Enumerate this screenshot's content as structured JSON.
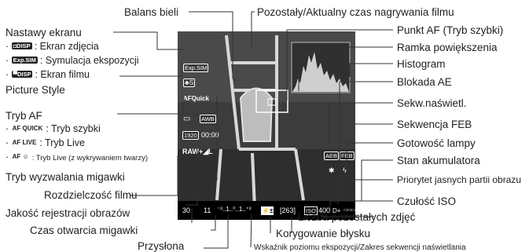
{
  "labels": {
    "balans_bieli": "Balans bieli",
    "czas_nagrywania": "Pozostały/Aktualny czas nagrywania filmu",
    "nastawy_ekranu": "Nastawy ekranu",
    "ekran_zdjecia": ": Ekran zdjęcia",
    "symulacja_ekspozycji": ": Symulacja ekspozycji",
    "ekran_filmu": ": Ekran filmu",
    "picture_style": "Picture Style",
    "tryb_af": "Tryb AF",
    "tryb_szybki": ": Tryb szybki",
    "tryb_live": ": Tryb Live",
    "tryb_live_twarz": ": Tryb Live (z wykrywaniem twarzy)",
    "tryb_wyzwalania": "Tryb wyzwalania migawki",
    "rozdzielczosc_filmu": "Rozdzielczość filmu",
    "jakosc_rejestracji": "Jakość rejestracji obrazów",
    "czas_otwarcia": "Czas otwarcia migawki",
    "przyslona": "Przysłona",
    "punkt_af": "Punkt AF (Tryb szybki)",
    "ramka_powiekszenia": "Ramka powiększenia",
    "histogram": "Histogram",
    "blokada_ae": "Blokada AE",
    "sekw_naswietl": "Sekw.naświetl.",
    "sekwencja_feb": "Sekwencja FEB",
    "gotowosc_lampy": "Gotowość lampy",
    "stan_akumulatora": "Stan akumulatora",
    "priorytet": "Priorytet jasnych partii obrazu",
    "czulosc_iso": "Czułość ISO",
    "liczba_zdjec": "Liczba pozostałych zdjęć",
    "korygowanie_blysku": "Korygowanie błysku",
    "wskaznik_ekspozycji": "Wskaźnik poziomu ekspozycji/Zakres sekwencji naświetlania"
  },
  "icons": {
    "ekran_zdjecia": "◘DISP",
    "symulacja": "Exp.SIM",
    "ekran_filmu": "▀DISP",
    "af_quick": "AF QUICK",
    "af_live": "AF LIVE",
    "af_face": "AF ☺"
  },
  "screen": {
    "exp_sim": "Exp.SIM",
    "picture_style": "♣S",
    "af_mode": "AFQuick",
    "drive": "▭",
    "wb": "AWB",
    "movie_size": "1920",
    "movie_time": "00:00",
    "quality": "RAW+◢L",
    "aeb": "AEB",
    "feb": "FEB",
    "ae_lock": "✱",
    "flash_ready": "ϟ",
    "shutter": "30",
    "aperture": "11",
    "exp_scale": "⁻²..1..⁰..1..⁺²",
    "flash_comp": "⚡±",
    "shots": "[263]",
    "iso_icon": "ISO",
    "iso_value": "400",
    "d_plus": "D+",
    "battery": "▭▭▭"
  },
  "colors": {
    "screen_bg": "#3a3a3a",
    "osd_text": "#ffffff",
    "line": "#333333"
  }
}
